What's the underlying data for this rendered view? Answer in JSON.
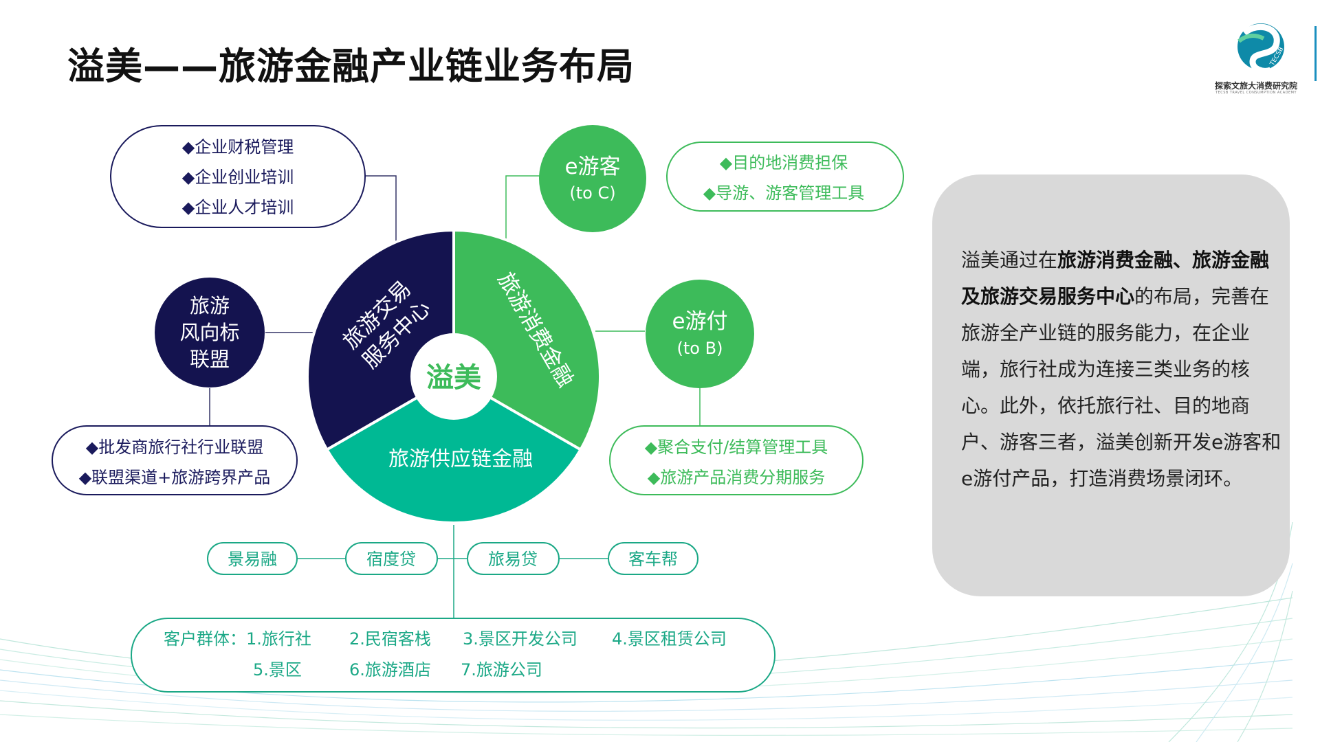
{
  "title": "溢美——旅游金融产业链业务布局",
  "logo": {
    "name": "探索文旅大消费研究院",
    "sub": "TECSB TRAVEL CONSUMPTION ACADEMY",
    "mark": "TECSB"
  },
  "colors": {
    "navy": "#14134f",
    "green": "#3dbb5a",
    "teal": "#00b994",
    "border": "#1ba886",
    "box": "#d9d9d9"
  },
  "center": {
    "label": "溢美"
  },
  "segments": {
    "trade": [
      "旅游交易",
      "服务中心"
    ],
    "consumer": "旅游消费金融",
    "supply": "旅游供应链金融"
  },
  "top_left_box": {
    "items": [
      "◆企业财税管理",
      "◆企业创业培训",
      "◆企业人才培训"
    ]
  },
  "alliance": {
    "lines": [
      "旅游",
      "风向标",
      "联盟"
    ]
  },
  "alliance_box": {
    "items": [
      "◆批发商旅行社行业联盟",
      "◆联盟渠道+旅游跨界产品"
    ]
  },
  "eyouke": {
    "name": "e游客",
    "sub": "(to C)"
  },
  "eyouke_box": {
    "items": [
      "◆目的地消费担保",
      "◆导游、游客管理工具"
    ]
  },
  "eyoufu": {
    "name": "e游付",
    "sub": "(to B)"
  },
  "eyoufu_box": {
    "items": [
      "◆聚合支付/结算管理工具",
      "◆旅游产品消费分期服务"
    ]
  },
  "products": [
    "景易融",
    "宿度贷",
    "旅易贷",
    "客车帮"
  ],
  "customers": {
    "line1": [
      "客户群体：1.旅行社",
      "2.民宿客栈",
      "3.景区开发公司",
      "4.景区租赁公司"
    ],
    "line2": [
      "5.景区",
      "6.旅游酒店",
      "7.旅游公司"
    ]
  },
  "summary": {
    "p1": "溢美通过在",
    "b1": "旅游消费金融、旅游金融及旅游交易服务中心",
    "p2": "的布局，完善在旅游全产业链的服务能力，在企业端，旅行社成为连接三类业务的核心。此外，依托旅行社、目的地商户、游客三者，溢美创新开发e游客和e游付产品，打造消费场景闭环。"
  }
}
